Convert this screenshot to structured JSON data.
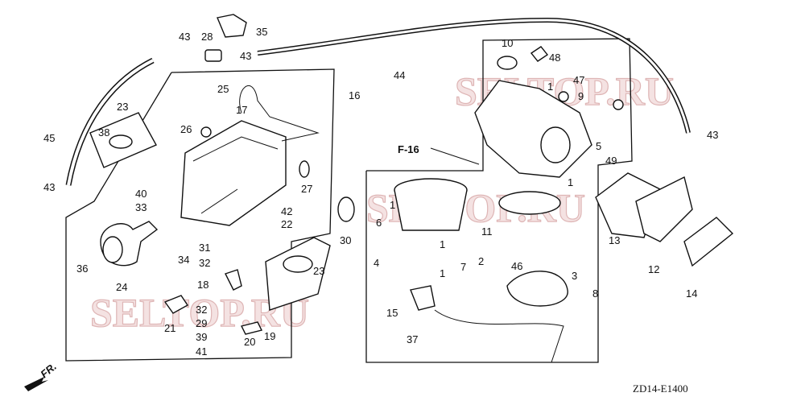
{
  "diagram": {
    "code": "ZD14-E1400",
    "front_marker": "FR.",
    "reference": "F-16",
    "watermark": "SELTOP.RU",
    "callouts": [
      "43",
      "28",
      "35",
      "43",
      "44",
      "10",
      "48",
      "47",
      "1",
      "9",
      "5",
      "49",
      "43",
      "45",
      "23",
      "38",
      "25",
      "17",
      "16",
      "26",
      "40",
      "33",
      "43",
      "27",
      "42",
      "22",
      "30",
      "31",
      "32",
      "34",
      "36",
      "24",
      "18",
      "21",
      "32",
      "29",
      "39",
      "41",
      "20",
      "19",
      "23",
      "1",
      "6",
      "1",
      "11",
      "4",
      "1",
      "7",
      "1",
      "2",
      "46",
      "3",
      "8",
      "15",
      "37",
      "13",
      "12",
      "14"
    ]
  }
}
